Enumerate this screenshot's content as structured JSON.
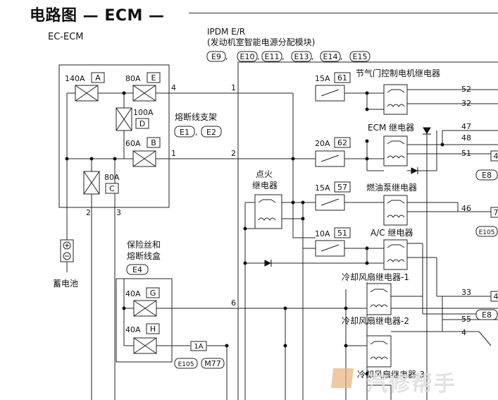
{
  "title": "电路图 — ECM —",
  "system_label": "EC-ECM",
  "ipdm": {
    "name": "IPDM E/R",
    "desc": "(发动机室智能电源分配模块)",
    "connectors": [
      "E9",
      "E10",
      "E11",
      "E13",
      "E14",
      "E15"
    ]
  },
  "fusible_link_box": {
    "label": "熔断线支架",
    "connectors": [
      "E1",
      "E2"
    ],
    "links": [
      {
        "rating": "140A",
        "id": "A"
      },
      {
        "rating": "80A",
        "id": "E"
      },
      {
        "rating": "100A",
        "id": "D"
      },
      {
        "rating": "60A",
        "id": "B"
      },
      {
        "rating": "80A",
        "id": "C"
      }
    ],
    "terminals": [
      "4",
      "1",
      "2",
      "3"
    ]
  },
  "fuse_block": {
    "label_line1": "保险丝和",
    "label_line2": "熔断线盒",
    "connector": "E4",
    "fuses": [
      {
        "rating": "40A",
        "id": "G"
      },
      {
        "rating": "40A",
        "id": "H"
      }
    ],
    "terminal": "1A",
    "connectors_out": [
      "E105",
      "M77"
    ],
    "wire_num": "6"
  },
  "battery": {
    "label": "蓄电池"
  },
  "ipdm_fuses": [
    {
      "rating": "15A",
      "id": "61"
    },
    {
      "rating": "20A",
      "id": "62"
    },
    {
      "rating": "15A",
      "id": "57"
    },
    {
      "rating": "10A",
      "id": "51"
    }
  ],
  "ipdm_inputs": [
    "1",
    "2"
  ],
  "relays": [
    {
      "label": "节气门控制电机继电器"
    },
    {
      "label": "ECM 继电器"
    },
    {
      "label": "燃油泵继电器"
    },
    {
      "label": "A/C 继电器"
    },
    {
      "label": "冷却风扇继电器-1"
    },
    {
      "label": "冷却风扇继电器-2"
    },
    {
      "label": "冷却风扇继电器-3"
    }
  ],
  "ignition_relay": {
    "line1": "点火",
    "line2": "继电器"
  },
  "ipdm_pins": [
    "52",
    "32",
    "47",
    "48",
    "51",
    "46",
    "33",
    "55",
    "4"
  ],
  "connector_tags": [
    "E8",
    "E105",
    "E8"
  ],
  "partial_tags": [
    "4",
    "7",
    "4"
  ],
  "watermark": "汽修帮手"
}
